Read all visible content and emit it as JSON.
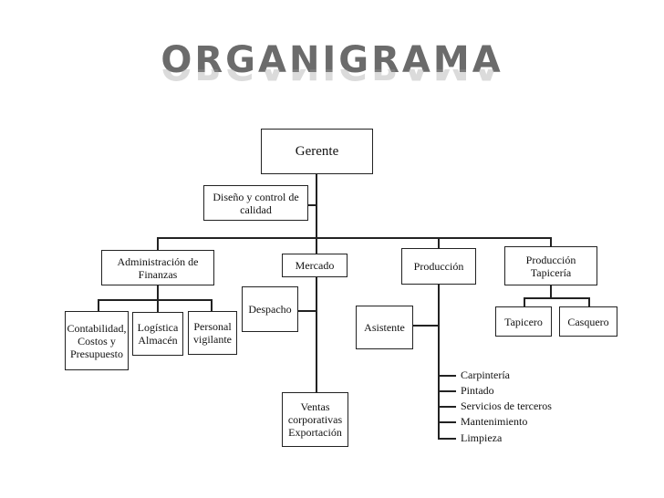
{
  "title": "ORGANIGRAMA",
  "nodes": {
    "gerente": "Gerente",
    "calidad": "Diseño y control de calidad",
    "finanzas": "Administración de Finanzas",
    "mercado": "Mercado",
    "produccion": "Producción",
    "tapiceria": "Producción Tapicería",
    "contabilidad": "Contabilidad, Costos y Presupuesto",
    "logistica": "Logística Almacén",
    "personal": "Personal vigilante",
    "despacho": "Despacho",
    "ventas": "Ventas corporativas Exportación",
    "asistente": "Asistente",
    "tapicero": "Tapicero",
    "casquero": "Casquero"
  },
  "produccion_list": [
    "Carpintería",
    "Pintado",
    "Servicios de terceros",
    "Mantenimiento",
    "Limpieza"
  ]
}
